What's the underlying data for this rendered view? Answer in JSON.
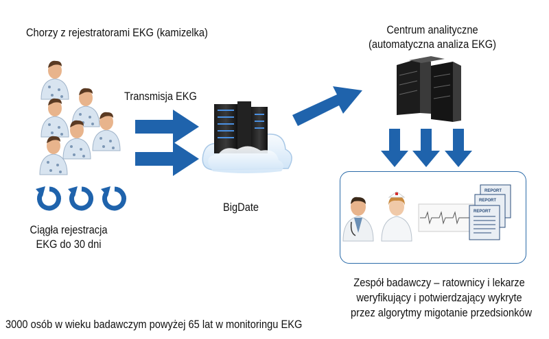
{
  "labels": {
    "patients_title": "Chorzy z rejestratorami EKG (kamizelka)",
    "transmission": "Transmisja EKG",
    "continuous_line1": "Ciągła rejestracja",
    "continuous_line2": "EKG do 30 dni",
    "bigdata": "BigDate",
    "analytics_line1": "Centrum analityczne",
    "analytics_line2": "(automatyczna analiza EKG)",
    "team_line1": "Zespół badawczy – ratownicy i lekarze",
    "team_line2": "weryfikujący i potwierdzający wykryte",
    "team_line3": "przez algorytmy migotanie przedsionków",
    "footer": "3000 osób w wieku badawczym powyżej 65 lat w monitoringu EKG"
  },
  "report_label": "REPORT",
  "colors": {
    "arrow": "#1f63ac",
    "frame": "#2a6aa8",
    "gown": "#d8e4f0",
    "skin": "#e8b48c"
  }
}
